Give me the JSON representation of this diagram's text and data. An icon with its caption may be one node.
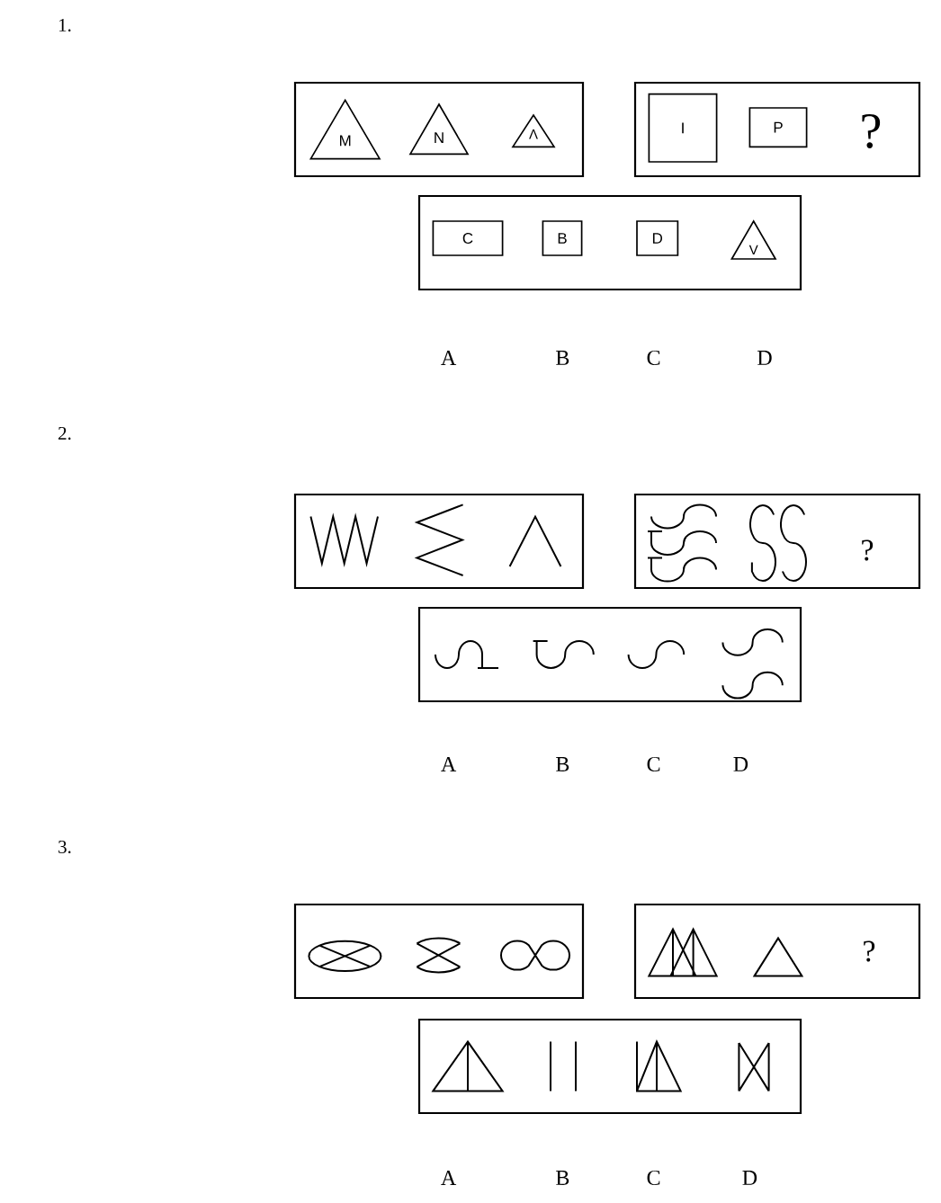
{
  "diagram": {
    "nodes": [
      {
        "text": [],
        "shape": "box"
      },
      {
        "text": [
          "M"
        ],
        "in": 0
      },
      {
        "text": [
          "N"
        ],
        "in": 0
      },
      {
        "text": [
          "Λ"
        ],
        "in": 0
      },
      {
        "text": [
          "?"
        ]
      },
      {
        "text": [
          "I"
        ],
        "in": 4
      },
      {
        "text": [
          "P"
        ],
        "in": 4
      },
      {
        "text": [],
        "shape": "box"
      },
      {
        "text": [
          "C"
        ],
        "in": 7
      },
      {
        "text": [
          "B"
        ],
        "in": 7
      },
      {
        "text": [
          "D"
        ],
        "in": 7
      },
      {
        "text": [
          "V"
        ],
        "in": 7
      },
      {
        "text": [],
        "shape": "box"
      },
      {
        "text": [
          "?"
        ]
      },
      {
        "text": [],
        "shape": "box"
      },
      {
        "text": [],
        "shape": "box"
      },
      {
        "text": [
          "?"
        ]
      },
      {
        "text": [],
        "shape": "box"
      }
    ],
    "labels": [
      "1.",
      "A",
      "B",
      "C",
      "D",
      "2.",
      "A",
      "B",
      "C",
      "D",
      "3.",
      "A",
      "B",
      "C",
      "D"
    ]
  }
}
